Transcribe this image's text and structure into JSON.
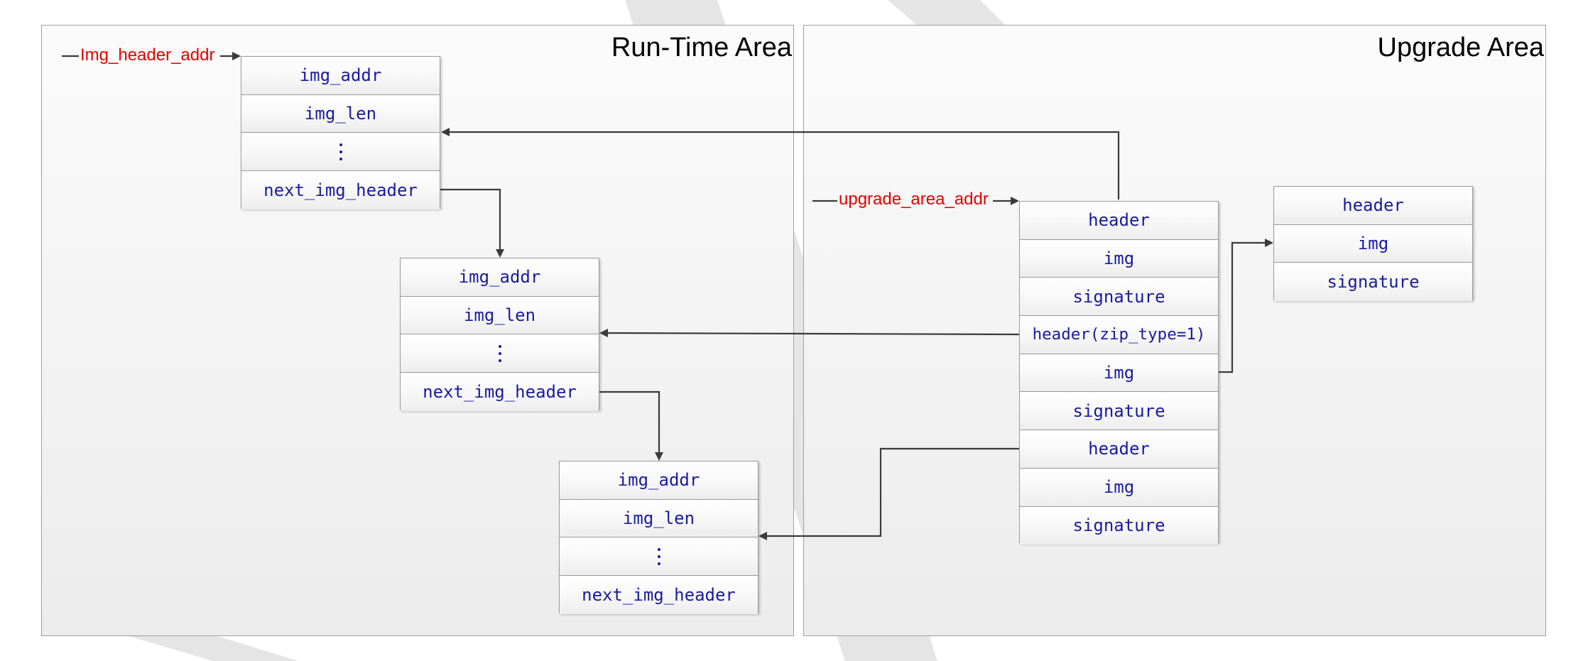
{
  "run_time_area": {
    "title": "Run-Time Area",
    "pointer_label": "Img_header_addr",
    "blocks": [
      {
        "rows": [
          "img_addr",
          "img_len",
          "⋮",
          "next_img_header"
        ]
      },
      {
        "rows": [
          "img_addr",
          "img_len",
          "⋮",
          "next_img_header"
        ]
      },
      {
        "rows": [
          "img_addr",
          "img_len",
          "⋮",
          "next_img_header"
        ]
      }
    ]
  },
  "upgrade_area": {
    "title": "Upgrade Area",
    "pointer_label": "upgrade_area_addr",
    "main_block": {
      "rows": [
        "header",
        "img",
        "signature",
        "header(zip_type=1)",
        "img",
        "signature",
        "header",
        "img",
        "signature"
      ]
    },
    "unzipped_block": {
      "rows": [
        "header",
        "img",
        "signature"
      ]
    }
  },
  "colors": {
    "cell_text": "#1a1aa0",
    "pointer_label": "#e60000",
    "arrow": "#3a3a3a",
    "panel_border": "#9e9e9e",
    "watermark": "#d9d9d9"
  }
}
